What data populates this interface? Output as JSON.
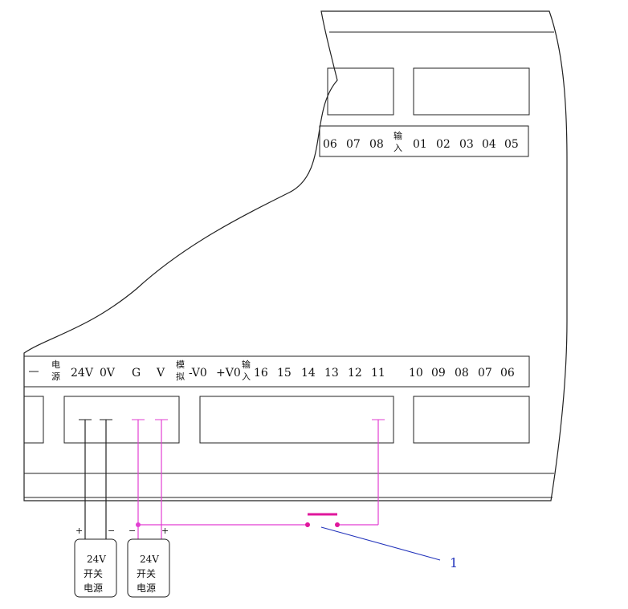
{
  "top_terminals": [
    "06",
    "07",
    "08",
    "输",
    "入",
    "01",
    "02",
    "03",
    "04",
    "05"
  ],
  "bottom_terminals": {
    "power_label": [
      "电",
      "源"
    ],
    "power": [
      "24V",
      "0V"
    ],
    "analog_a": [
      "G",
      "V"
    ],
    "analog_label": [
      "模",
      "拟"
    ],
    "analog_b": [
      "-V0",
      "+V0"
    ],
    "input_label": [
      "输",
      "入"
    ],
    "inputs": [
      "16",
      "15",
      "14",
      "13",
      "12",
      "11"
    ],
    "right": [
      "10",
      "09",
      "08",
      "07",
      "06"
    ]
  },
  "supplies": [
    {
      "lines": [
        "24V",
        "开关",
        "电源"
      ],
      "plus": "+",
      "minus": "−"
    },
    {
      "lines": [
        "24V",
        "开关",
        "电源"
      ],
      "plus": "+",
      "minus": "−"
    }
  ],
  "callout_number": "1",
  "colors": {
    "line": "#222222",
    "wire_pink": "#e23fd2",
    "switch_bar": "#e0179c",
    "callout_blue": "#2233bb"
  }
}
